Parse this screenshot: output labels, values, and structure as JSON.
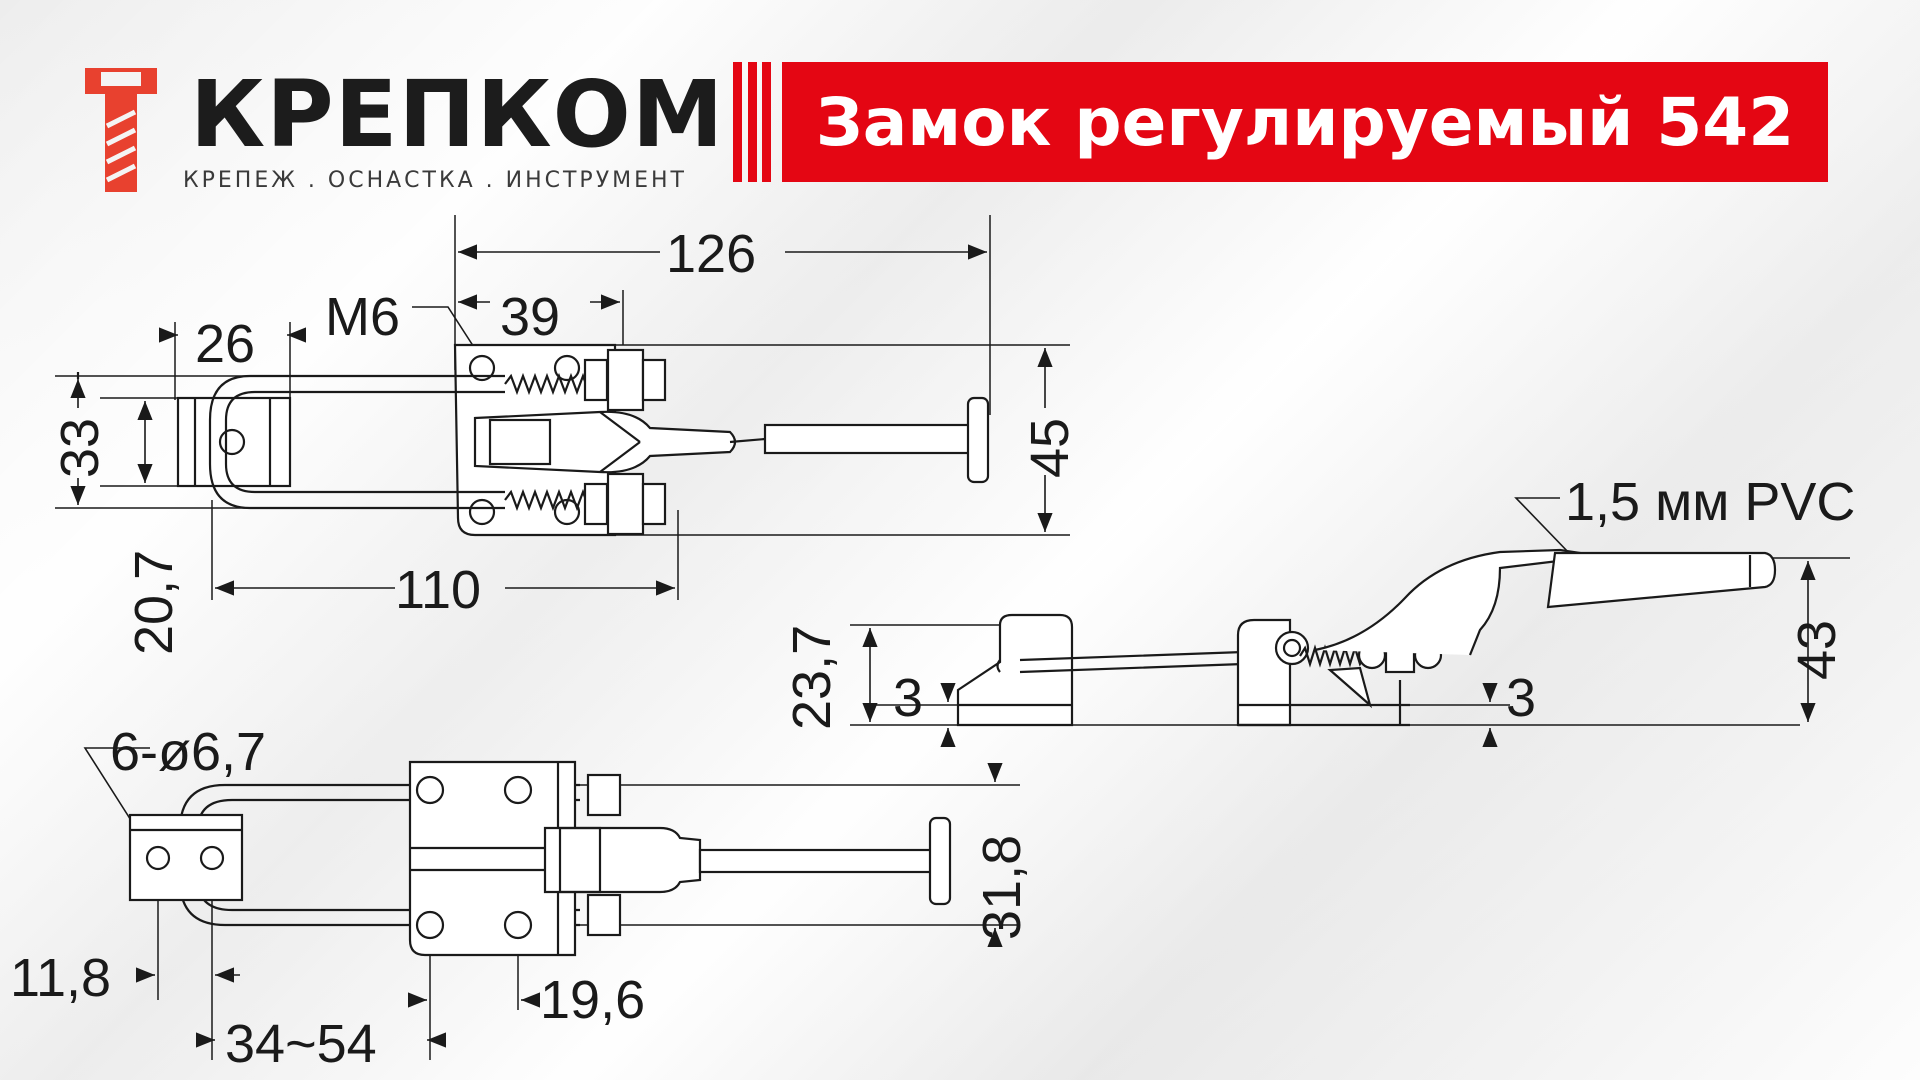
{
  "brand": {
    "name": "КРЕПКОМ",
    "tagline": "КРЕПЕЖ . ОСНАСТКА . ИНСТРУМЕНТ",
    "color": "#1c1c1c",
    "logo_icon": "bolt-icon",
    "logo_color": "#e8412f"
  },
  "banner": {
    "title": "Замок регулируемый 542",
    "color": "#e40613"
  },
  "dimensions": {
    "top_view": {
      "overall_length": "126",
      "thread": "M6",
      "spring_offset": "39",
      "width_26": "26",
      "height_33": "33",
      "height_20_7": "20,7",
      "base_110": "110",
      "height_45": "45"
    },
    "side_view": {
      "material": "1,5 мм PVC",
      "height_23_7": "23,7",
      "thickness_left": "3",
      "thickness_right": "3",
      "height_43": "43"
    },
    "bottom_view": {
      "holes": "6-ø6,7",
      "height_31_8": "31,8",
      "offset_11_8": "11,8",
      "range": "34~54",
      "spacing_19_6": "19,6"
    }
  }
}
